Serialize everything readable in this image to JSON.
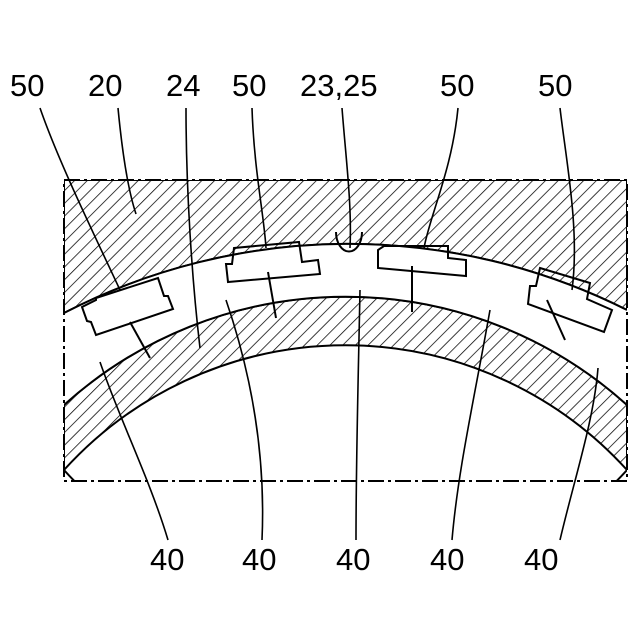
{
  "labels": {
    "top": [
      "50",
      "20",
      "24",
      "50",
      "23,25",
      "50",
      "50"
    ],
    "bottom": [
      "40",
      "40",
      "40",
      "40",
      "40"
    ]
  }
}
